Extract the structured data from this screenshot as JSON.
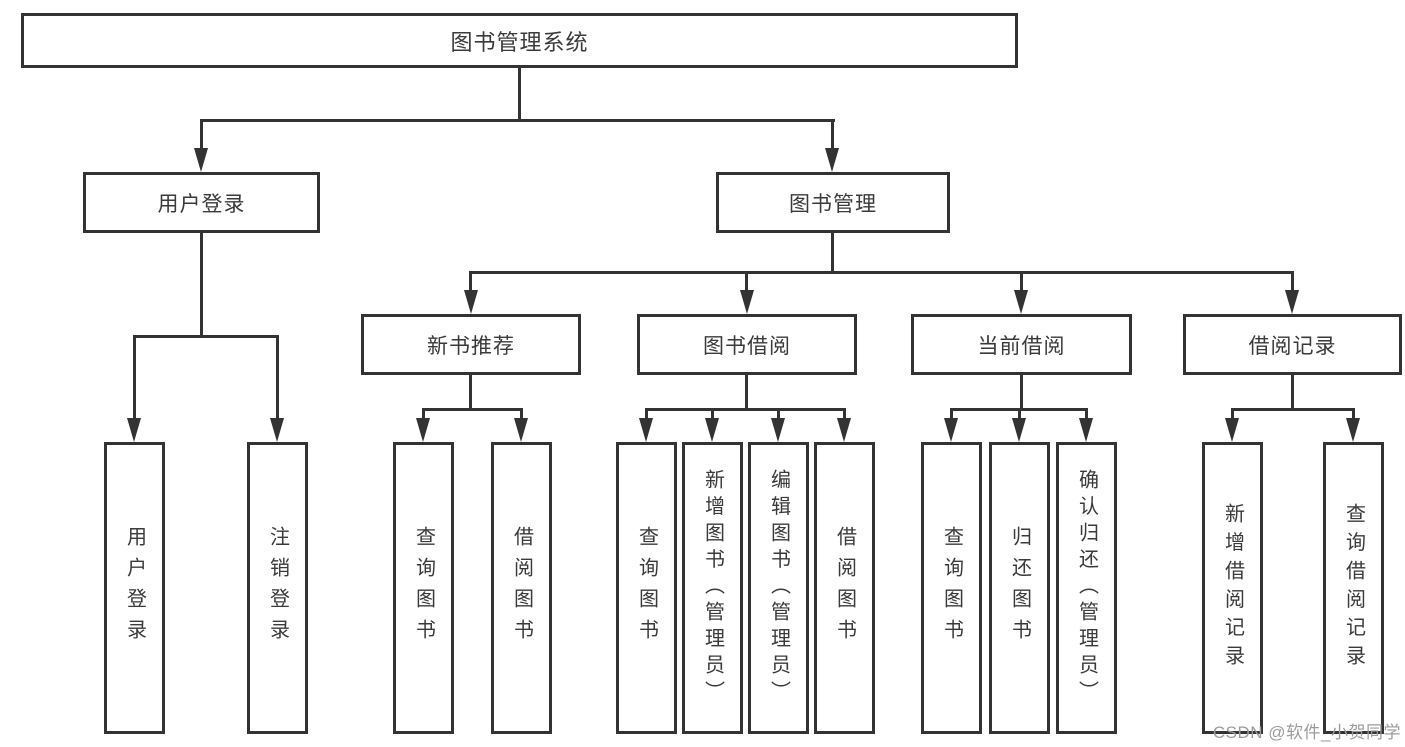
{
  "title": {
    "label": "图书管理系统"
  },
  "level2": [
    {
      "label": "用户登录"
    },
    {
      "label": "图书管理"
    }
  ],
  "level3": [
    {
      "label": "新书推荐"
    },
    {
      "label": "图书借阅"
    },
    {
      "label": "当前借阅"
    },
    {
      "label": "借阅记录"
    }
  ],
  "leaves": [
    {
      "label": "用户登录"
    },
    {
      "label": "注销登录"
    },
    {
      "label": "查询图书"
    },
    {
      "label": "借阅图书"
    },
    {
      "label": "查询图书"
    },
    {
      "label": "新增图书（管理员）"
    },
    {
      "label": "编辑图书（管理员）"
    },
    {
      "label": "借阅图书"
    },
    {
      "label": "查询图书"
    },
    {
      "label": "归还图书"
    },
    {
      "label": "确认归还（管理员）"
    },
    {
      "label": "新增借阅记录"
    },
    {
      "label": "查询借阅记录"
    }
  ],
  "watermark": {
    "text": "CSDN @软件_小贺同学"
  },
  "colors": {
    "line": "#333333",
    "box_border": "#333333",
    "text": "#3a3a3a",
    "watermark": "#9c9c9c",
    "background": "#ffffff"
  }
}
